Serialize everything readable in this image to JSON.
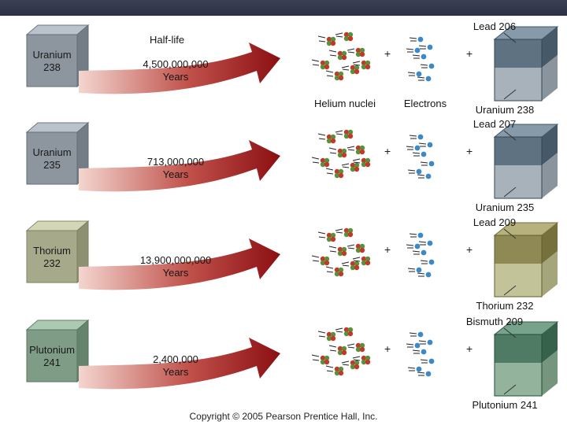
{
  "header_label": "Half-life",
  "rows": [
    {
      "parent": [
        "Uranium",
        "238"
      ],
      "half_life": [
        "4,500,000,000",
        "Years"
      ],
      "product_top": "Lead 206",
      "product_bottom": "Uranium 238",
      "parent_color": "#8d959f",
      "product_color_top": "#5f7282",
      "product_color_bottom": "#a8b2ba"
    },
    {
      "parent": [
        "Uranium",
        "235"
      ],
      "half_life": [
        "713,000,000",
        "Years"
      ],
      "product_top": "Lead 207",
      "product_bottom": "Uranium 235",
      "parent_color": "#8d959f",
      "product_color_top": "#5f7282",
      "product_color_bottom": "#a8b2ba"
    },
    {
      "parent": [
        "Thorium",
        "232"
      ],
      "half_life": [
        "13,900,000,000",
        "Years"
      ],
      "product_top": "Lead 209",
      "product_bottom": "Thorium 232",
      "parent_color": "#a6a98a",
      "product_color_top": "#8f8a55",
      "product_color_bottom": "#c3c39a"
    },
    {
      "parent": [
        "Plutonium",
        "241"
      ],
      "half_life": [
        "2,400,000",
        "Years"
      ],
      "product_top": "Bismuth 209",
      "product_bottom": "Plutonium 241",
      "parent_color": "#7e9c86",
      "product_color_top": "#4f7a64",
      "product_color_bottom": "#93b39c"
    }
  ],
  "particle_labels": {
    "helium": "Helium nuclei",
    "electrons": "Electrons"
  },
  "plus_sign": "+",
  "copyright": "Copyright © 2005 Pearson Prentice Hall, Inc.",
  "colors": {
    "arrow_start": "#f3d6cf",
    "arrow_end": "#8b0f12",
    "helium_red": "#c0392b",
    "helium_green": "#5b8f3a",
    "electron_blue": "#3a89c9",
    "topbar": "#2e3144"
  }
}
